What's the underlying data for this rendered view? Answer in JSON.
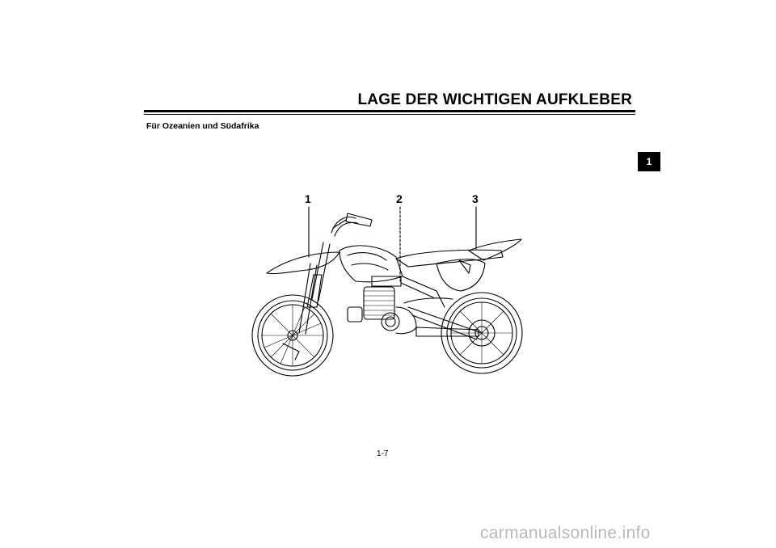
{
  "header": {
    "title": "LAGE DER WICHTIGEN AUFKLEBER"
  },
  "section": {
    "subtitle": "Für Ozeanien und Südafrika"
  },
  "chapter_tab": {
    "number": "1"
  },
  "illustration": {
    "subject": "motorcycle-side-view",
    "callouts": [
      "1",
      "2",
      "3"
    ]
  },
  "footer": {
    "page_number": "1-7"
  },
  "watermark": {
    "text": "carmanualsonline.info"
  }
}
